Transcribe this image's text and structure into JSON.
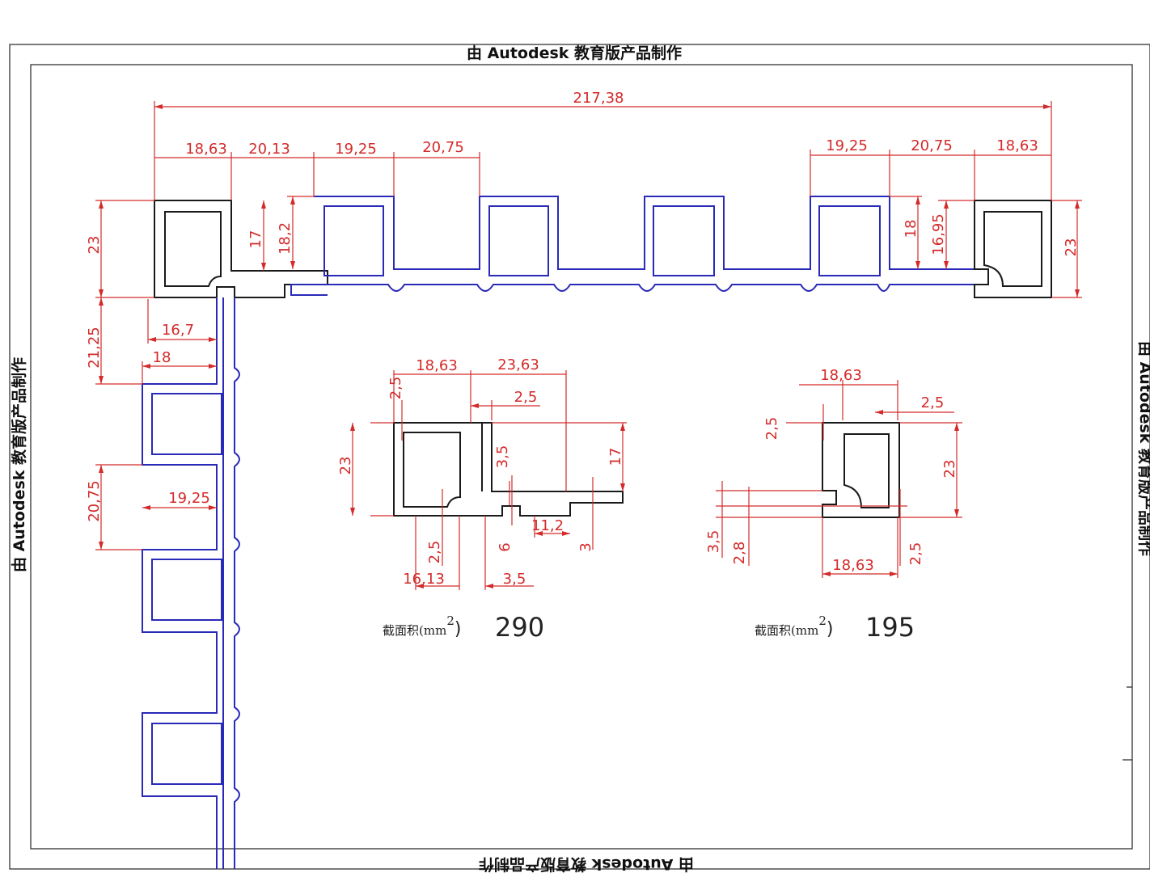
{
  "watermark": {
    "text": "由 Autodesk 教育版产品制作"
  },
  "dimensions": {
    "overall_width": "217,38",
    "top_segments": [
      "18,63",
      "20,13",
      "19,25",
      "20,75"
    ],
    "top_segments_right": [
      "19,25",
      "20,75",
      "18,63"
    ],
    "left_height": "23",
    "h17": "17",
    "h18_2": "18,2",
    "h18": "18",
    "h16_95": "16,95",
    "right_height": "23",
    "v21_25": "21,25",
    "w16_7": "16,7",
    "w18": "18",
    "v20_75": "20,75",
    "w19_25": "19,25"
  },
  "section_a": {
    "w18_63": "18,63",
    "w23_63": "23,63",
    "t2_5_top": "2,5",
    "t2_5_inner": "2,5",
    "h23": "23",
    "h3_5": "3,5",
    "h17": "17",
    "b2_5": "2,5",
    "b6": "6",
    "b11_2": "11,2",
    "b3": "3",
    "b16_13": "16,13",
    "b3_5": "3,5",
    "label": "截面积(mm²)",
    "label_prefix": "截面积(mm",
    "label_sup": "2",
    "label_suffix": ")",
    "area": "290"
  },
  "section_b": {
    "w18_63_top": "18,63",
    "t2_5": "2,5",
    "t2_5_left": "2,5",
    "h23": "23",
    "h3_5": "3,5",
    "h2_8": "2,8",
    "w18_63_bottom": "18,63",
    "r2_5": "2,5",
    "label_prefix": "截面积(mm",
    "label_sup": "2",
    "label_suffix": ")",
    "area": "195"
  },
  "colors": {
    "dimension": "#d42a2a",
    "profile_blue": "#2a2ab8",
    "profile_black": "#1a1a1a",
    "frame": "#333333"
  }
}
